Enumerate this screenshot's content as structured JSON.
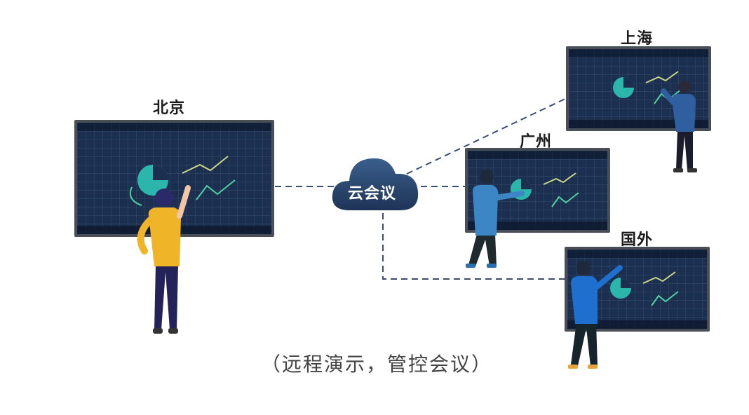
{
  "nodes": {
    "beijing": "北京",
    "shanghai": "上海",
    "guangzhou": "广州",
    "overseas": "国外"
  },
  "cloud": {
    "label": "云会议"
  },
  "caption": "（远程演示，管控会议）",
  "colors": {
    "board_bg": "#1c2f4e",
    "board_frame": "#4a4f57",
    "cloud_dark": "#1e3456",
    "cloud_light": "#3b5f8c",
    "link_dash": "#3a4d6e",
    "accent_teal": "#2ec4b6"
  },
  "icons": [
    "person-presenting-icon",
    "cloud-icon"
  ]
}
